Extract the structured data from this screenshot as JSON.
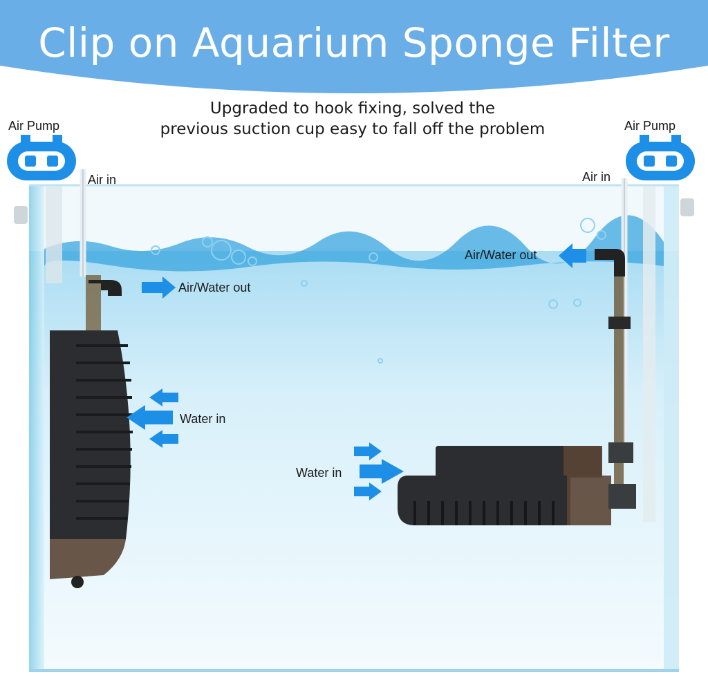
{
  "title": "Clip on Aquarium Sponge Filter",
  "subtitle_line1": "Upgraded to hook fixing, solved the",
  "subtitle_line2": "previous suction cup easy to fall off the problem",
  "left": {
    "pump_label": "Air Pump",
    "air_in_label": "Air in",
    "air_water_out_label": "Air/Water out",
    "water_in_label": "Water in"
  },
  "right": {
    "pump_label": "Air Pump",
    "air_in_label": "Air in",
    "air_water_out_label": "Air/Water out",
    "water_in_label": "Water in"
  },
  "colors": {
    "banner": "#6aaee8",
    "accent": "#1e8fe6",
    "water": "#bfe6f6",
    "sponge": "#2b2d30"
  },
  "icons": [
    "air-pump-icon",
    "arrow-right-icon",
    "arrow-left-icon"
  ]
}
